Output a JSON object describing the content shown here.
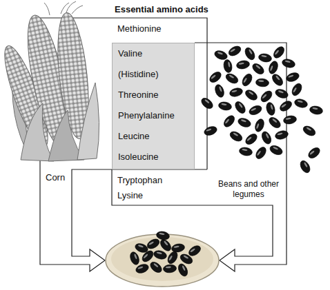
{
  "diagram": {
    "title": "Essential amino acids",
    "nodes": [
      {
        "text": [
          "Valine",
          "(Histidine)",
          "Threonine",
          "Phenylalanine",
          "Leucine",
          "Isoleucine"
        ]
      }
    ],
    "labels": [
      "Methionine",
      "Tryptophan",
      "Lysine",
      "Corn",
      "Beans and other legumes"
    ]
  }
}
